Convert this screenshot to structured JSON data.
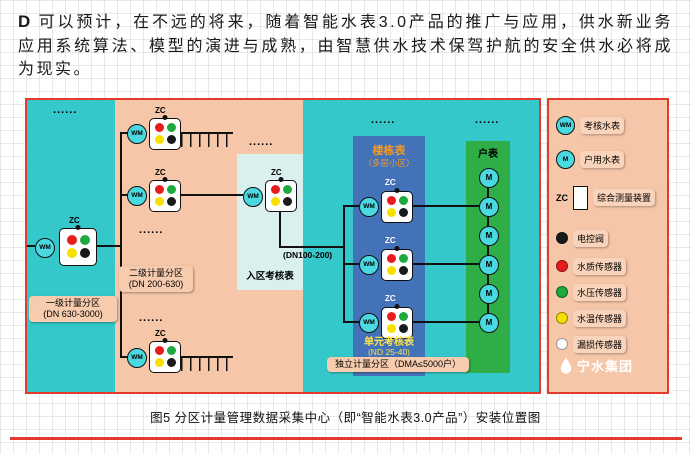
{
  "intro": {
    "lead": "D",
    "text": "可以预计，在不远的将来，随着智能水表3.0产品的推广与应用，供水新业务应用系统算法、模型的演进与成熟，由智慧供水技术保驾护航的安全供水必将成为现实。"
  },
  "diagram": {
    "dots": "......",
    "wm": "WM",
    "m": "M",
    "zc": "ZC",
    "zone1_label": "一级计量分区",
    "zone1_sub": "(DN 630-3000)",
    "zone2_label": "二级计量分区",
    "zone2_sub": "(DN 200-630)",
    "inlet_label": "入区考核表",
    "pipe_label": "(DN100-200)",
    "building_header": "楼栋表",
    "building_header_sub": "（多层小区）",
    "unit_label": "单元考核表",
    "unit_sub": "(ND 25-40)",
    "household_header": "户表",
    "dma_label": "独立计量分区（DMA≤5000户）"
  },
  "legend": {
    "zc": "ZC",
    "items": [
      {
        "icon": "wm-meter-icon",
        "label": "考核水表"
      },
      {
        "icon": "household-meter-icon",
        "label": "户用水表"
      },
      {
        "icon": "zc-device-icon",
        "label": "综合测量装置"
      },
      {
        "icon": "valve-dot-icon",
        "label": "电控阀"
      },
      {
        "icon": "quality-sensor-dot-icon",
        "label": "水质传感器"
      },
      {
        "icon": "pressure-sensor-dot-icon",
        "label": "水压传感器"
      },
      {
        "icon": "temperature-sensor-dot-icon",
        "label": "水温传感器"
      },
      {
        "icon": "leak-sensor-dot-icon",
        "label": "漏损传感器"
      }
    ],
    "brand": "宁水集团"
  },
  "caption": "图5 分区计量管理数据采集中心（即“智能水表3.0产品”）安装位置图",
  "colors": {
    "cyan_bg": "#35c8ca",
    "pink_bg": "#f5c6a8",
    "pale_strip": "#d9f0ee",
    "blue_col": "#4472b8",
    "green_col": "#2fae47",
    "red_border": "#e23a2e",
    "meter_cyan": "#4ad9e0",
    "sensor_red": "#e81c1c",
    "sensor_green": "#1ea83e",
    "sensor_yellow": "#f7df00",
    "valve_black": "#1a1a1a"
  }
}
